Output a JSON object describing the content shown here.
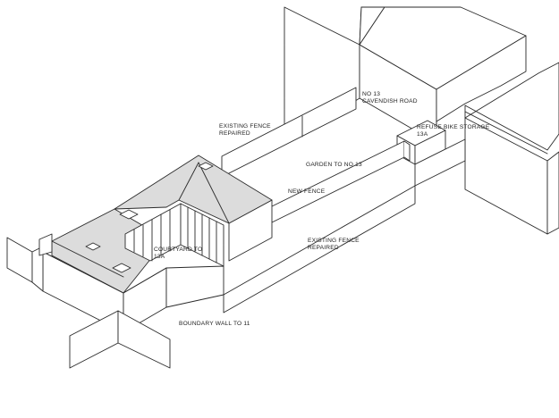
{
  "labels": {
    "no13_line1": "NO 13",
    "no13_line2": "CAVENDISH ROAD",
    "refuse_line1": "REFUSE BIKE STORAGE",
    "refuse_line2": "13A",
    "fence_top_line1": "EXISTING FENCE",
    "fence_top_line2": "REPAIRED",
    "garden": "GARDEN TO NO 13",
    "new_fence": "NEW FENCE",
    "fence_bottom_line1": "EXISTING FENCE",
    "fence_bottom_line2": "REPAIRED",
    "courtyard_line1": "COURTYARD TO",
    "courtyard_line2": "13A",
    "boundary_wall": "BOUNDARY WALL TO 11"
  },
  "colors": {
    "line": "#2a2a2a",
    "roof": "#dcdcdc",
    "background": "#ffffff"
  }
}
